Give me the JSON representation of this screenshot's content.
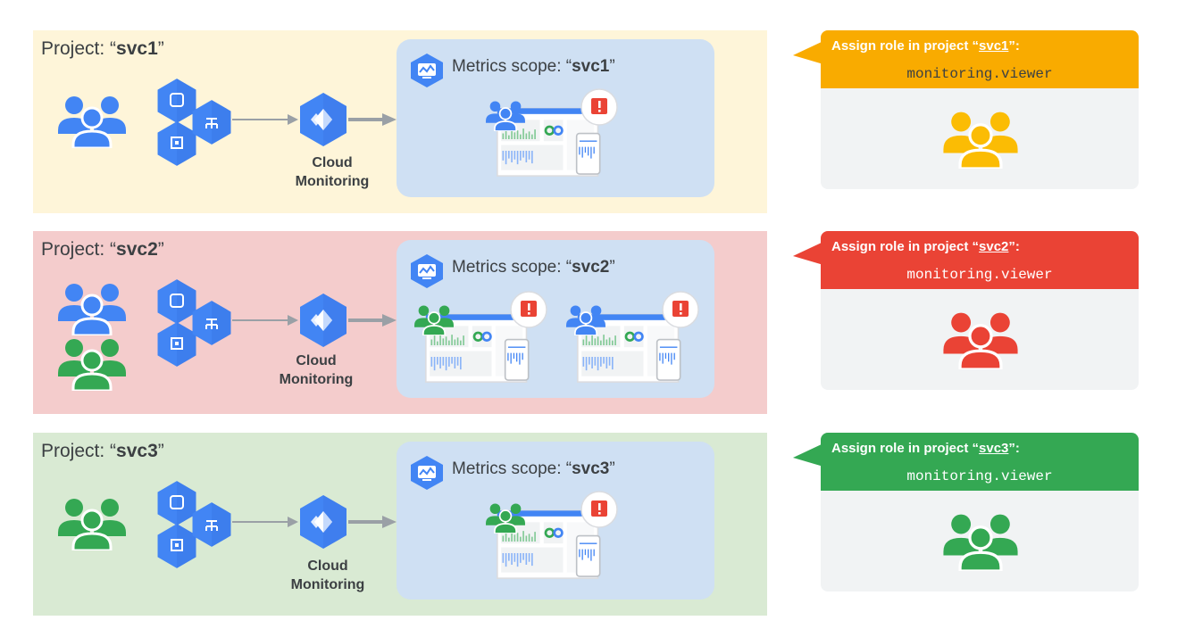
{
  "colors": {
    "blue": "#4285f4",
    "green": "#34a853",
    "yellow": "#fbbc04",
    "red": "#ea4335",
    "bg_yellow": "#fef5d9",
    "bg_red": "#f4cccc",
    "bg_green": "#d9ead3",
    "scope_bg": "#cfe0f3",
    "panel_bg": "#f1f3f4"
  },
  "projects": [
    {
      "title_prefix": "Project: “",
      "name": "svc1",
      "title_suffix": "”",
      "service_label_line1": "Cloud",
      "service_label_line2": "Monitoring",
      "scope_prefix": "Metrics scope: “",
      "scope_suffix": "”",
      "user_groups": [
        "blue"
      ],
      "dashboards": [
        "blue"
      ]
    },
    {
      "title_prefix": "Project: “",
      "name": "svc2",
      "title_suffix": "”",
      "service_label_line1": "Cloud",
      "service_label_line2": "Monitoring",
      "scope_prefix": "Metrics scope: “",
      "scope_suffix": "”",
      "user_groups": [
        "blue",
        "green"
      ],
      "dashboards": [
        "green",
        "blue"
      ]
    },
    {
      "title_prefix": "Project: “",
      "name": "svc3",
      "title_suffix": "”",
      "service_label_line1": "Cloud",
      "service_label_line2": "Monitoring",
      "scope_prefix": "Metrics scope: “",
      "scope_suffix": "”",
      "user_groups": [
        "green"
      ],
      "dashboards": [
        "green"
      ]
    }
  ],
  "panels": [
    {
      "prefix": "Assign role in project “",
      "project": "svc1",
      "suffix": "”:",
      "role": "monitoring.viewer",
      "color": "yellow"
    },
    {
      "prefix": "Assign role in project “",
      "project": "svc2",
      "suffix": "”:",
      "role": "monitoring.viewer",
      "color": "red"
    },
    {
      "prefix": "Assign role in project “",
      "project": "svc3",
      "suffix": "”:",
      "role": "monitoring.viewer",
      "color": "green"
    }
  ],
  "icons": {
    "resource_icons": [
      "kubernetes-icon",
      "compute-engine-icon",
      "load-balancer-icon"
    ],
    "service_icon": "cloud-monitoring-icon",
    "scope_icon": "monitoring-dashboard-icon",
    "alert_icon": "alert-badge-icon",
    "users_icon": "user-group-icon"
  }
}
